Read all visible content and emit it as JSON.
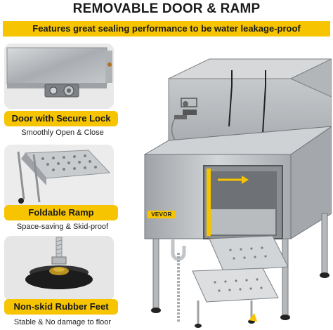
{
  "header": {
    "title": "REMOVABLE DOOR & RAMP",
    "banner": "Features great sealing performance to be water leakage-proof"
  },
  "features": [
    {
      "label": "Door with Secure Lock",
      "caption": "Smoothly Open & Close"
    },
    {
      "label": "Foldable Ramp",
      "caption": "Space-saving & Skid-proof"
    },
    {
      "label": "Non-skid Rubber Feet",
      "caption": "Stable & No damage to floor"
    }
  ],
  "product": {
    "brand": "VEVOR"
  },
  "colors": {
    "accent": "#f6c400",
    "steel": "#b9bcbf",
    "text": "#1a1a1a"
  }
}
